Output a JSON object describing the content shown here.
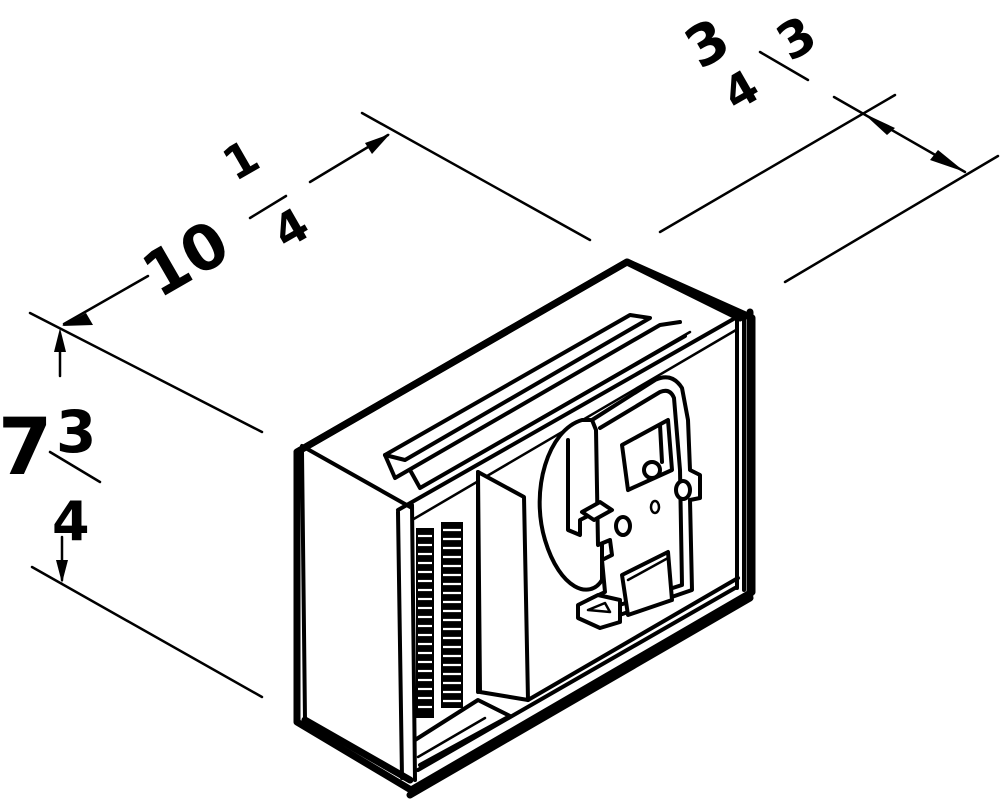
{
  "drawing": {
    "subject": "Isometric view of housing unit with dimension callouts",
    "colors": {
      "ink": "#000000",
      "paper": "#ffffff"
    }
  },
  "dimensions": {
    "width": {
      "whole": "10",
      "numerator": "1",
      "denominator": "4"
    },
    "height": {
      "whole": "7",
      "numerator": "3",
      "denominator": "4"
    },
    "depth": {
      "whole": "",
      "numerator": "3",
      "denominator": "4",
      "mixed_label": "3",
      "note": "3 3/4"
    }
  }
}
